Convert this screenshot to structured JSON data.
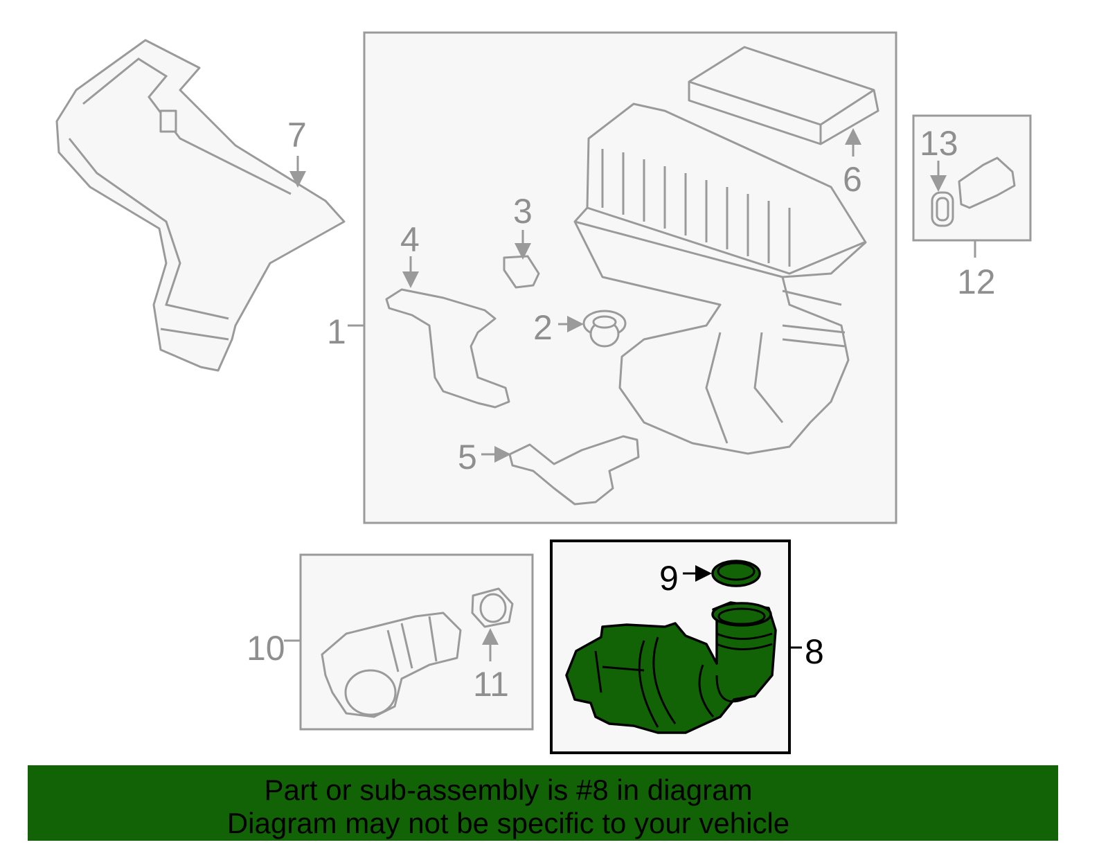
{
  "callouts": {
    "c1": "1",
    "c2": "2",
    "c3": "3",
    "c4": "4",
    "c5": "5",
    "c6": "6",
    "c7": "7",
    "c8": "8",
    "c9": "9",
    "c10": "10",
    "c11": "11",
    "c12": "12",
    "c13": "13"
  },
  "highlight_color": "#116306",
  "banner": {
    "line1": "Part or sub-assembly is #8 in diagram",
    "line2": "Diagram may not be specific to your vehicle"
  }
}
